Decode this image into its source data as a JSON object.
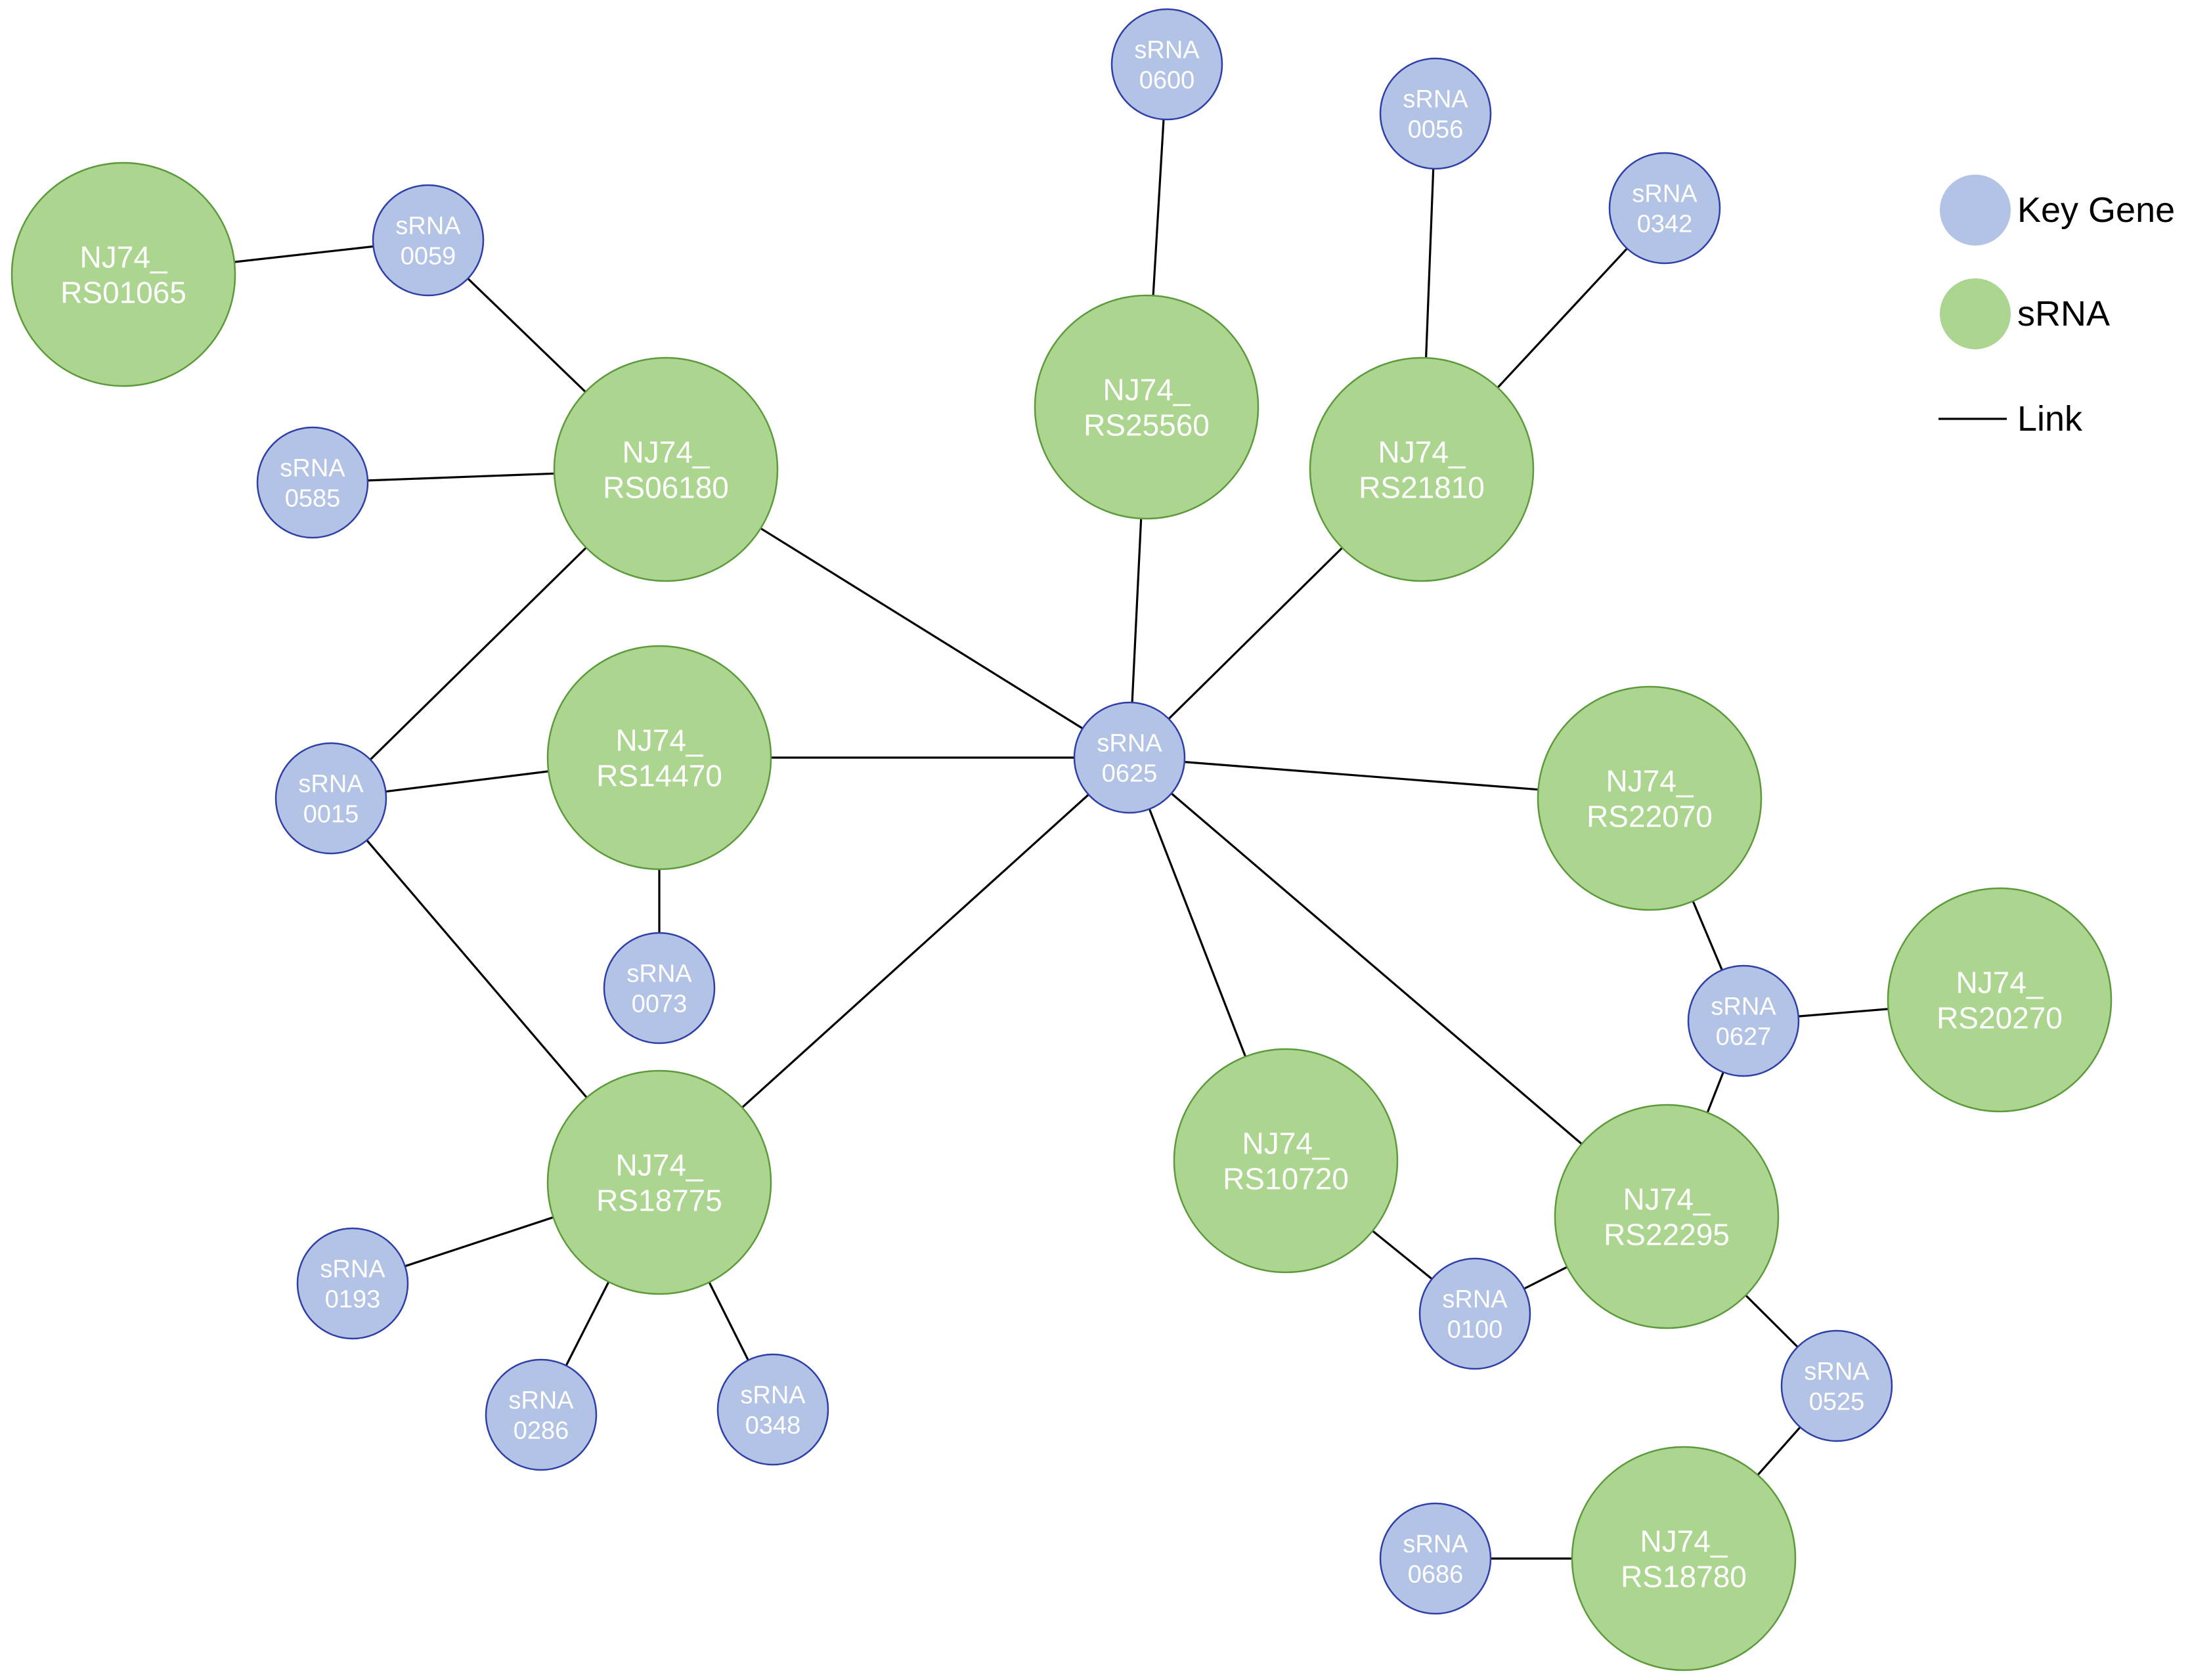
{
  "legend": {
    "key_gene_label": "Key Gene",
    "srna_label": "sRNA",
    "link_label": "Link",
    "key_gene_color": "#b3c3e6",
    "srna_color": "#acd690",
    "link_color": "#000000"
  },
  "nodes": [
    {
      "id": "NJ74_RS01065",
      "line1": "NJ74_",
      "line2": "RS01065",
      "kind": "green"
    },
    {
      "id": "NJ74_RS06180",
      "line1": "NJ74_",
      "line2": "RS06180",
      "kind": "green"
    },
    {
      "id": "NJ74_RS14470",
      "line1": "NJ74_",
      "line2": "RS14470",
      "kind": "green"
    },
    {
      "id": "NJ74_RS18775",
      "line1": "NJ74_",
      "line2": "RS18775",
      "kind": "green"
    },
    {
      "id": "NJ74_RS25560",
      "line1": "NJ74_",
      "line2": "RS25560",
      "kind": "green"
    },
    {
      "id": "NJ74_RS21810",
      "line1": "NJ74_",
      "line2": "RS21810",
      "kind": "green"
    },
    {
      "id": "NJ74_RS22070",
      "line1": "NJ74_",
      "line2": "RS22070",
      "kind": "green"
    },
    {
      "id": "NJ74_RS20270",
      "line1": "NJ74_",
      "line2": "RS20270",
      "kind": "green"
    },
    {
      "id": "NJ74_RS10720",
      "line1": "NJ74_",
      "line2": "RS10720",
      "kind": "green"
    },
    {
      "id": "NJ74_RS22295",
      "line1": "NJ74_",
      "line2": "RS22295",
      "kind": "green"
    },
    {
      "id": "NJ74_RS18780",
      "line1": "NJ74_",
      "line2": "RS18780",
      "kind": "green"
    },
    {
      "id": "sRNA0059",
      "line1": "sRNA",
      "line2": "0059",
      "kind": "blue"
    },
    {
      "id": "sRNA0585",
      "line1": "sRNA",
      "line2": "0585",
      "kind": "blue"
    },
    {
      "id": "sRNA0015",
      "line1": "sRNA",
      "line2": "0015",
      "kind": "blue"
    },
    {
      "id": "sRNA0073",
      "line1": "sRNA",
      "line2": "0073",
      "kind": "blue"
    },
    {
      "id": "sRNA0193",
      "line1": "sRNA",
      "line2": "0193",
      "kind": "blue"
    },
    {
      "id": "sRNA0286",
      "line1": "sRNA",
      "line2": "0286",
      "kind": "blue"
    },
    {
      "id": "sRNA0348",
      "line1": "sRNA",
      "line2": "0348",
      "kind": "blue"
    },
    {
      "id": "sRNA0600",
      "line1": "sRNA",
      "line2": "0600",
      "kind": "blue"
    },
    {
      "id": "sRNA0056",
      "line1": "sRNA",
      "line2": "0056",
      "kind": "blue"
    },
    {
      "id": "sRNA0342",
      "line1": "sRNA",
      "line2": "0342",
      "kind": "blue"
    },
    {
      "id": "sRNA0625",
      "line1": "sRNA",
      "line2": "0625",
      "kind": "blue"
    },
    {
      "id": "sRNA0627",
      "line1": "sRNA",
      "line2": "0627",
      "kind": "blue"
    },
    {
      "id": "sRNA0100",
      "line1": "sRNA",
      "line2": "0100",
      "kind": "blue"
    },
    {
      "id": "sRNA0525",
      "line1": "sRNA",
      "line2": "0525",
      "kind": "blue"
    },
    {
      "id": "sRNA0686",
      "line1": "sRNA",
      "line2": "0686",
      "kind": "blue"
    }
  ],
  "edges": [
    [
      "NJ74_RS01065",
      "sRNA0059"
    ],
    [
      "sRNA0059",
      "NJ74_RS06180"
    ],
    [
      "sRNA0585",
      "NJ74_RS06180"
    ],
    [
      "NJ74_RS06180",
      "sRNA0015"
    ],
    [
      "NJ74_RS06180",
      "sRNA0625"
    ],
    [
      "sRNA0015",
      "NJ74_RS14470"
    ],
    [
      "sRNA0015",
      "NJ74_RS18775"
    ],
    [
      "NJ74_RS14470",
      "sRNA0625"
    ],
    [
      "NJ74_RS14470",
      "sRNA0073"
    ],
    [
      "NJ74_RS18775",
      "sRNA0625"
    ],
    [
      "NJ74_RS18775",
      "sRNA0193"
    ],
    [
      "NJ74_RS18775",
      "sRNA0286"
    ],
    [
      "NJ74_RS18775",
      "sRNA0348"
    ],
    [
      "sRNA0600",
      "NJ74_RS25560"
    ],
    [
      "NJ74_RS25560",
      "sRNA0625"
    ],
    [
      "sRNA0056",
      "NJ74_RS21810"
    ],
    [
      "sRNA0342",
      "NJ74_RS21810"
    ],
    [
      "NJ74_RS21810",
      "sRNA0625"
    ],
    [
      "sRNA0625",
      "NJ74_RS22070"
    ],
    [
      "sRNA0625",
      "NJ74_RS10720"
    ],
    [
      "sRNA0625",
      "NJ74_RS22295"
    ],
    [
      "NJ74_RS22070",
      "sRNA0627"
    ],
    [
      "sRNA0627",
      "NJ74_RS20270"
    ],
    [
      "sRNA0627",
      "NJ74_RS22295"
    ],
    [
      "NJ74_RS10720",
      "sRNA0100"
    ],
    [
      "sRNA0100",
      "NJ74_RS22295"
    ],
    [
      "NJ74_RS22295",
      "sRNA0525"
    ],
    [
      "sRNA0525",
      "NJ74_RS18780"
    ],
    [
      "sRNA0686",
      "NJ74_RS18780"
    ]
  ]
}
